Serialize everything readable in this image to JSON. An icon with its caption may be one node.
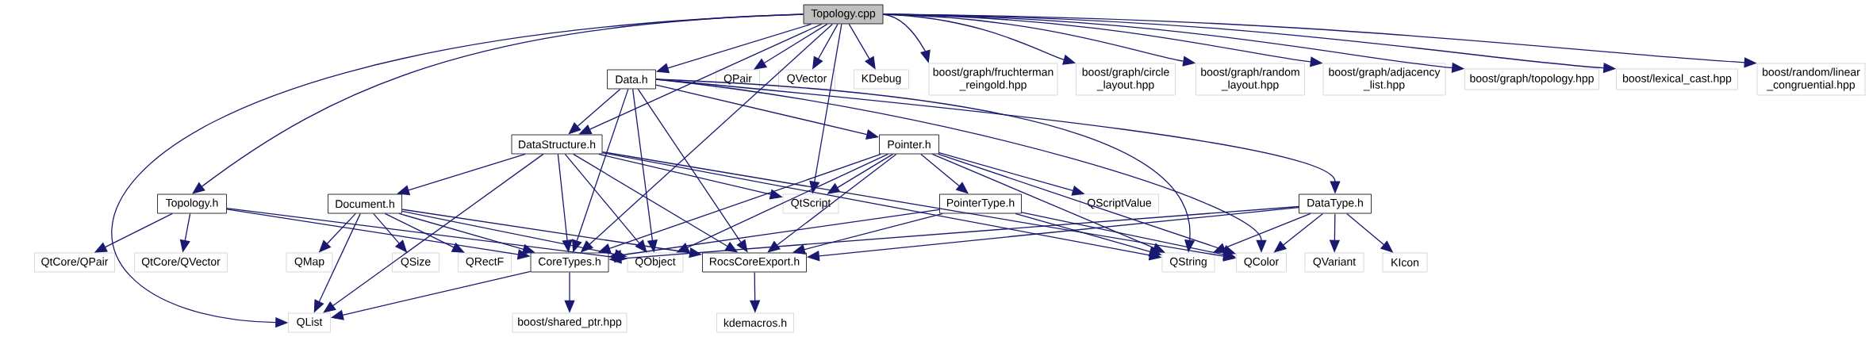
{
  "diagram": {
    "nodes": [
      {
        "text": [
          "Topology.cpp"
        ]
      },
      {
        "text": [
          "Data.h"
        ]
      },
      {
        "text": [
          "QPair"
        ]
      },
      {
        "text": [
          "QVector"
        ]
      },
      {
        "text": [
          "KDebug"
        ]
      },
      {
        "text": [
          "boost/graph/fruchterman _reingold.hpp"
        ]
      },
      {
        "text": [
          "boost/graph/circle _layout.hpp"
        ]
      },
      {
        "text": [
          "boost/graph/random _layout.hpp"
        ]
      },
      {
        "text": [
          "boost/graph/adjacency _list.hpp"
        ]
      },
      {
        "text": [
          "boost/graph/topology.hpp"
        ]
      },
      {
        "text": [
          "boost/lexical_cast.hpp"
        ]
      },
      {
        "text": [
          "boost/random/linear _congruential.hpp"
        ]
      },
      {
        "text": [
          "DataStructure.h"
        ]
      },
      {
        "text": [
          "Pointer.h"
        ]
      },
      {
        "text": [
          "Topology.h"
        ]
      },
      {
        "text": [
          "Document.h"
        ]
      },
      {
        "text": [
          "QtScript"
        ]
      },
      {
        "text": [
          "PointerType.h"
        ]
      },
      {
        "text": [
          "QScriptValue"
        ]
      },
      {
        "text": [
          "DataType.h"
        ]
      },
      {
        "text": [
          "QtCore/QPair"
        ]
      },
      {
        "text": [
          "QtCore/QVector"
        ]
      },
      {
        "text": [
          "QMap"
        ]
      },
      {
        "text": [
          "QSize"
        ]
      },
      {
        "text": [
          "QRectF"
        ]
      },
      {
        "text": [
          "CoreTypes.h"
        ]
      },
      {
        "text": [
          "QObject"
        ]
      },
      {
        "text": [
          "RocsCoreExport.h"
        ]
      },
      {
        "text": [
          "QString"
        ]
      },
      {
        "text": [
          "QColor"
        ]
      },
      {
        "text": [
          "QVariant"
        ]
      },
      {
        "text": [
          "KIcon"
        ]
      },
      {
        "text": [
          "QList"
        ]
      },
      {
        "text": [
          "boost/shared_ptr.hpp"
        ]
      },
      {
        "text": [
          "kdemacros.h"
        ]
      }
    ],
    "edges": [
      {
        "from": 0,
        "to": 1,
        "arrow": "to"
      },
      {
        "from": 0,
        "to": 2,
        "arrow": "to"
      },
      {
        "from": 0,
        "to": 3,
        "arrow": "to"
      },
      {
        "from": 0,
        "to": 4,
        "arrow": "to"
      },
      {
        "from": 0,
        "to": 5,
        "arrow": "to"
      },
      {
        "from": 0,
        "to": 6,
        "arrow": "to"
      },
      {
        "from": 0,
        "to": 7,
        "arrow": "to"
      },
      {
        "from": 0,
        "to": 8,
        "arrow": "to"
      },
      {
        "from": 0,
        "to": 9,
        "arrow": "to"
      },
      {
        "from": 0,
        "to": 10,
        "arrow": "to"
      },
      {
        "from": 0,
        "to": 11,
        "arrow": "to"
      },
      {
        "from": 0,
        "to": 32,
        "arrow": "to"
      },
      {
        "from": 0,
        "to": 14,
        "arrow": "to"
      },
      {
        "from": 0,
        "to": 12,
        "arrow": "to"
      },
      {
        "from": 0,
        "to": 25,
        "arrow": "to"
      },
      {
        "from": 0,
        "to": 16,
        "arrow": "to"
      },
      {
        "from": 1,
        "to": 12,
        "arrow": "to"
      },
      {
        "from": 1,
        "to": 25,
        "arrow": "to"
      },
      {
        "from": 1,
        "to": 26,
        "arrow": "to"
      },
      {
        "from": 1,
        "to": 27,
        "arrow": "to"
      },
      {
        "from": 1,
        "to": 13,
        "arrow": "to"
      },
      {
        "from": 1,
        "to": 28,
        "arrow": "to"
      },
      {
        "from": 1,
        "to": 29,
        "arrow": "to"
      },
      {
        "from": 1,
        "to": 19,
        "arrow": "to"
      },
      {
        "from": 12,
        "to": 32,
        "arrow": "to"
      },
      {
        "from": 12,
        "to": 15,
        "arrow": "to"
      },
      {
        "from": 12,
        "to": 25,
        "arrow": "to"
      },
      {
        "from": 12,
        "to": 26,
        "arrow": "to"
      },
      {
        "from": 12,
        "to": 27,
        "arrow": "to"
      },
      {
        "from": 12,
        "to": 16,
        "arrow": "to"
      },
      {
        "from": 12,
        "to": 28,
        "arrow": "to"
      },
      {
        "from": 12,
        "to": 29,
        "arrow": "to"
      },
      {
        "from": 13,
        "to": 25,
        "arrow": "to"
      },
      {
        "from": 13,
        "to": 16,
        "arrow": "to"
      },
      {
        "from": 13,
        "to": 17,
        "arrow": "to"
      },
      {
        "from": 13,
        "to": 18,
        "arrow": "to"
      },
      {
        "from": 13,
        "to": 28,
        "arrow": "to"
      },
      {
        "from": 13,
        "to": 29,
        "arrow": "to"
      },
      {
        "from": 13,
        "to": 26,
        "arrow": "to"
      },
      {
        "from": 13,
        "to": 27,
        "arrow": "to"
      },
      {
        "from": 14,
        "to": 20,
        "arrow": "to"
      },
      {
        "from": 14,
        "to": 21,
        "arrow": "to"
      },
      {
        "from": 14,
        "to": 25,
        "arrow": "to"
      },
      {
        "from": 14,
        "to": 26,
        "arrow": "to"
      },
      {
        "from": 15,
        "to": 22,
        "arrow": "to"
      },
      {
        "from": 15,
        "to": 32,
        "arrow": "to"
      },
      {
        "from": 15,
        "to": 23,
        "arrow": "to"
      },
      {
        "from": 15,
        "to": 24,
        "arrow": "to"
      },
      {
        "from": 15,
        "to": 25,
        "arrow": "to"
      },
      {
        "from": 15,
        "to": 26,
        "arrow": "to"
      },
      {
        "from": 15,
        "to": 27,
        "arrow": "to"
      },
      {
        "from": 17,
        "to": 25,
        "arrow": "to"
      },
      {
        "from": 17,
        "to": 27,
        "arrow": "to"
      },
      {
        "from": 17,
        "to": 28,
        "arrow": "to"
      },
      {
        "from": 17,
        "to": 29,
        "arrow": "to"
      },
      {
        "from": 19,
        "to": 25,
        "arrow": "to"
      },
      {
        "from": 19,
        "to": 27,
        "arrow": "to"
      },
      {
        "from": 19,
        "to": 28,
        "arrow": "to"
      },
      {
        "from": 19,
        "to": 29,
        "arrow": "to"
      },
      {
        "from": 19,
        "to": 30,
        "arrow": "to"
      },
      {
        "from": 19,
        "to": 31,
        "arrow": "to"
      },
      {
        "from": 25,
        "to": 32,
        "arrow": "to"
      },
      {
        "from": 25,
        "to": 33,
        "arrow": "to"
      },
      {
        "from": 27,
        "to": 34,
        "arrow": "to"
      }
    ]
  }
}
